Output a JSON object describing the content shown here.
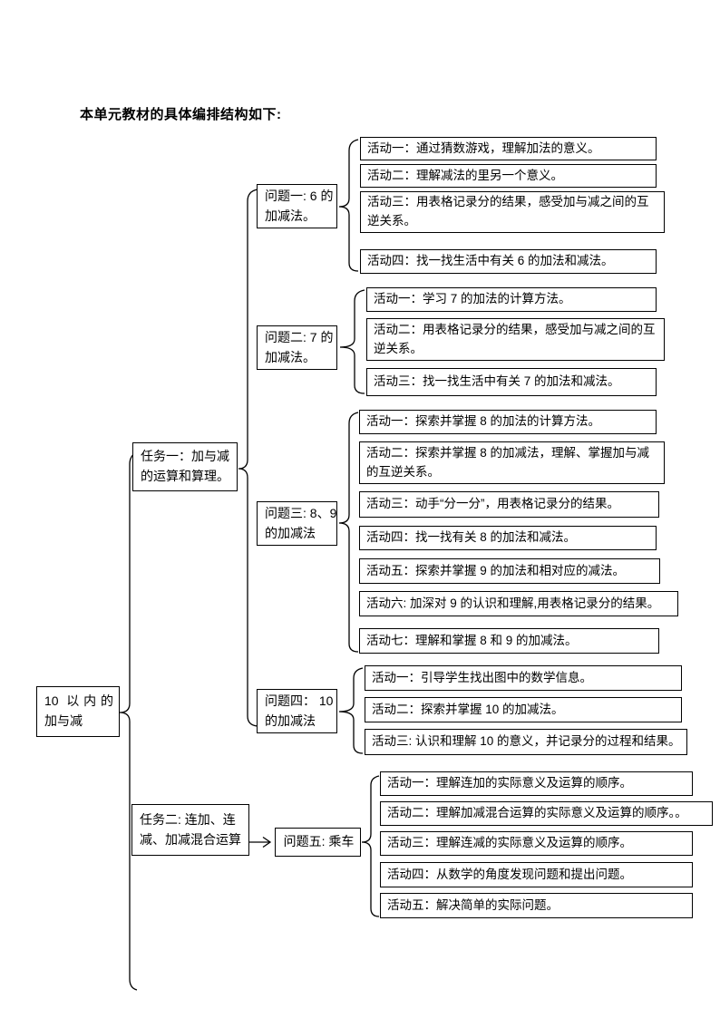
{
  "title": "本单元教材的具体编排结构如下:",
  "root": {
    "line1": "10 以内的",
    "line2": "加与减"
  },
  "task1": {
    "line1": "任务一：加与减",
    "line2": "的运算和算理。"
  },
  "task2": {
    "line1": "任务二: 连加、连",
    "line2": "减、加减混合运算"
  },
  "problem1": {
    "line1": "问题一: 6 的",
    "line2": "加减法。"
  },
  "problem2": {
    "line1": "问题二: 7 的",
    "line2": "加减法。"
  },
  "problem3": {
    "line1": "问题三: 8、9",
    "line2": "的加减法"
  },
  "problem4": {
    "line1": "问题四： 10",
    "line2": "的加减法"
  },
  "problem5": {
    "label": "问题五: 乘车"
  },
  "activities": {
    "p1": [
      "活动一：通过猜数游戏，理解加法的意义。",
      "活动二：理解减法的里另一个意义。",
      "活动三：用表格记录分的结果，感受加与减之间的互逆关系。",
      "活动四：找一找生活中有关 6 的加法和减法。"
    ],
    "p2": [
      "活动一：学习 7 的加法的计算方法。",
      "活动二：用表格记录分的结果，感受加与减之间的互逆关系。",
      "活动三：找一找生活中有关 7 的加法和减法。"
    ],
    "p3": [
      "活动一：探索并掌握 8 的加法的计算方法。",
      "活动二：探索并掌握 8 的加减法，理解、掌握加与减的互逆关系。",
      "活动三：动手“分一分”，用表格记录分的结果。",
      "活动四：找一找有关 8 的加法和减法。",
      "活动五：探索并掌握 9 的加法和相对应的减法。",
      "活动六: 加深对 9 的认识和理解,用表格记录分的结果。",
      "活动七：理解和掌握 8 和 9 的加减法。"
    ],
    "p4": [
      "活动一：引导学生找出图中的数学信息。",
      "活动二：探索并掌握 10 的加减法。",
      "活动三: 认识和理解 10 的意义，并记录分的过程和结果。"
    ],
    "p5": [
      "活动一：理解连加的实际意义及运算的顺序。",
      "活动二：理解加减混合运算的实际意义及运算的顺序。。",
      "活动三：理解连减的实际意义及运算的顺序。",
      "活动四：从数学的角度发现问题和提出问题。",
      "活动五：解决简单的实际问题。"
    ]
  },
  "colors": {
    "line": "#000000",
    "background": "#ffffff",
    "text": "#000000"
  }
}
